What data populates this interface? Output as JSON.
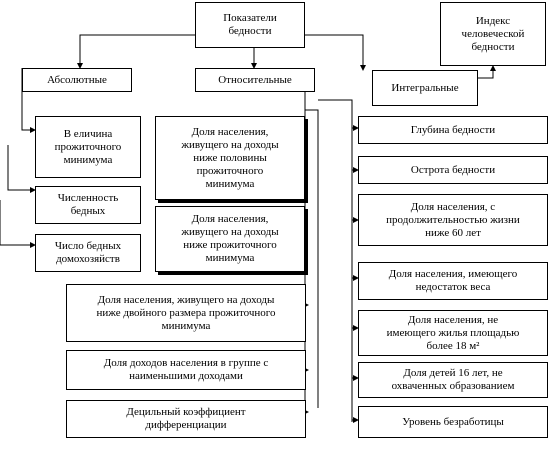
{
  "diagram": {
    "root": "Показатели\nбедности",
    "categories": {
      "absolute": "Абсолютные",
      "relative": "Относительные",
      "integral": "Интегральные"
    },
    "hdi": "Индекс\nчеловеческой\nбедности",
    "absolute_items": [
      "В еличина\nпрожиточного\nминимума",
      "Численность\nбедных",
      "Число бедных\nдомохозяйств"
    ],
    "relative_items": [
      "Доля населения,\nживущего на доходы\nниже половины\nпрожиточного\nминимума",
      "Доля населения,\nживущего на доходы\nниже прожиточного\nминимума",
      "Доля населения, живущего на доходы\nниже двойного размера прожиточного\nминимума",
      "Доля доходов населения в группе с\nнаименьшими доходами",
      "Децильный коэффициент\nдифференциации"
    ],
    "integral_items": [
      "Глубина бедности",
      "Острота бедности",
      "Доля населения, с\nпродолжительностью жизни\nниже 60 лет",
      "Доля населения, имеющего\nнедостаток веса",
      "Доля населения, не\nимеющего жилья площадью\nболее 18 м²",
      "Доля детей 16 лет, не\nохваченных образованием",
      "Уровень     безработицы"
    ]
  }
}
